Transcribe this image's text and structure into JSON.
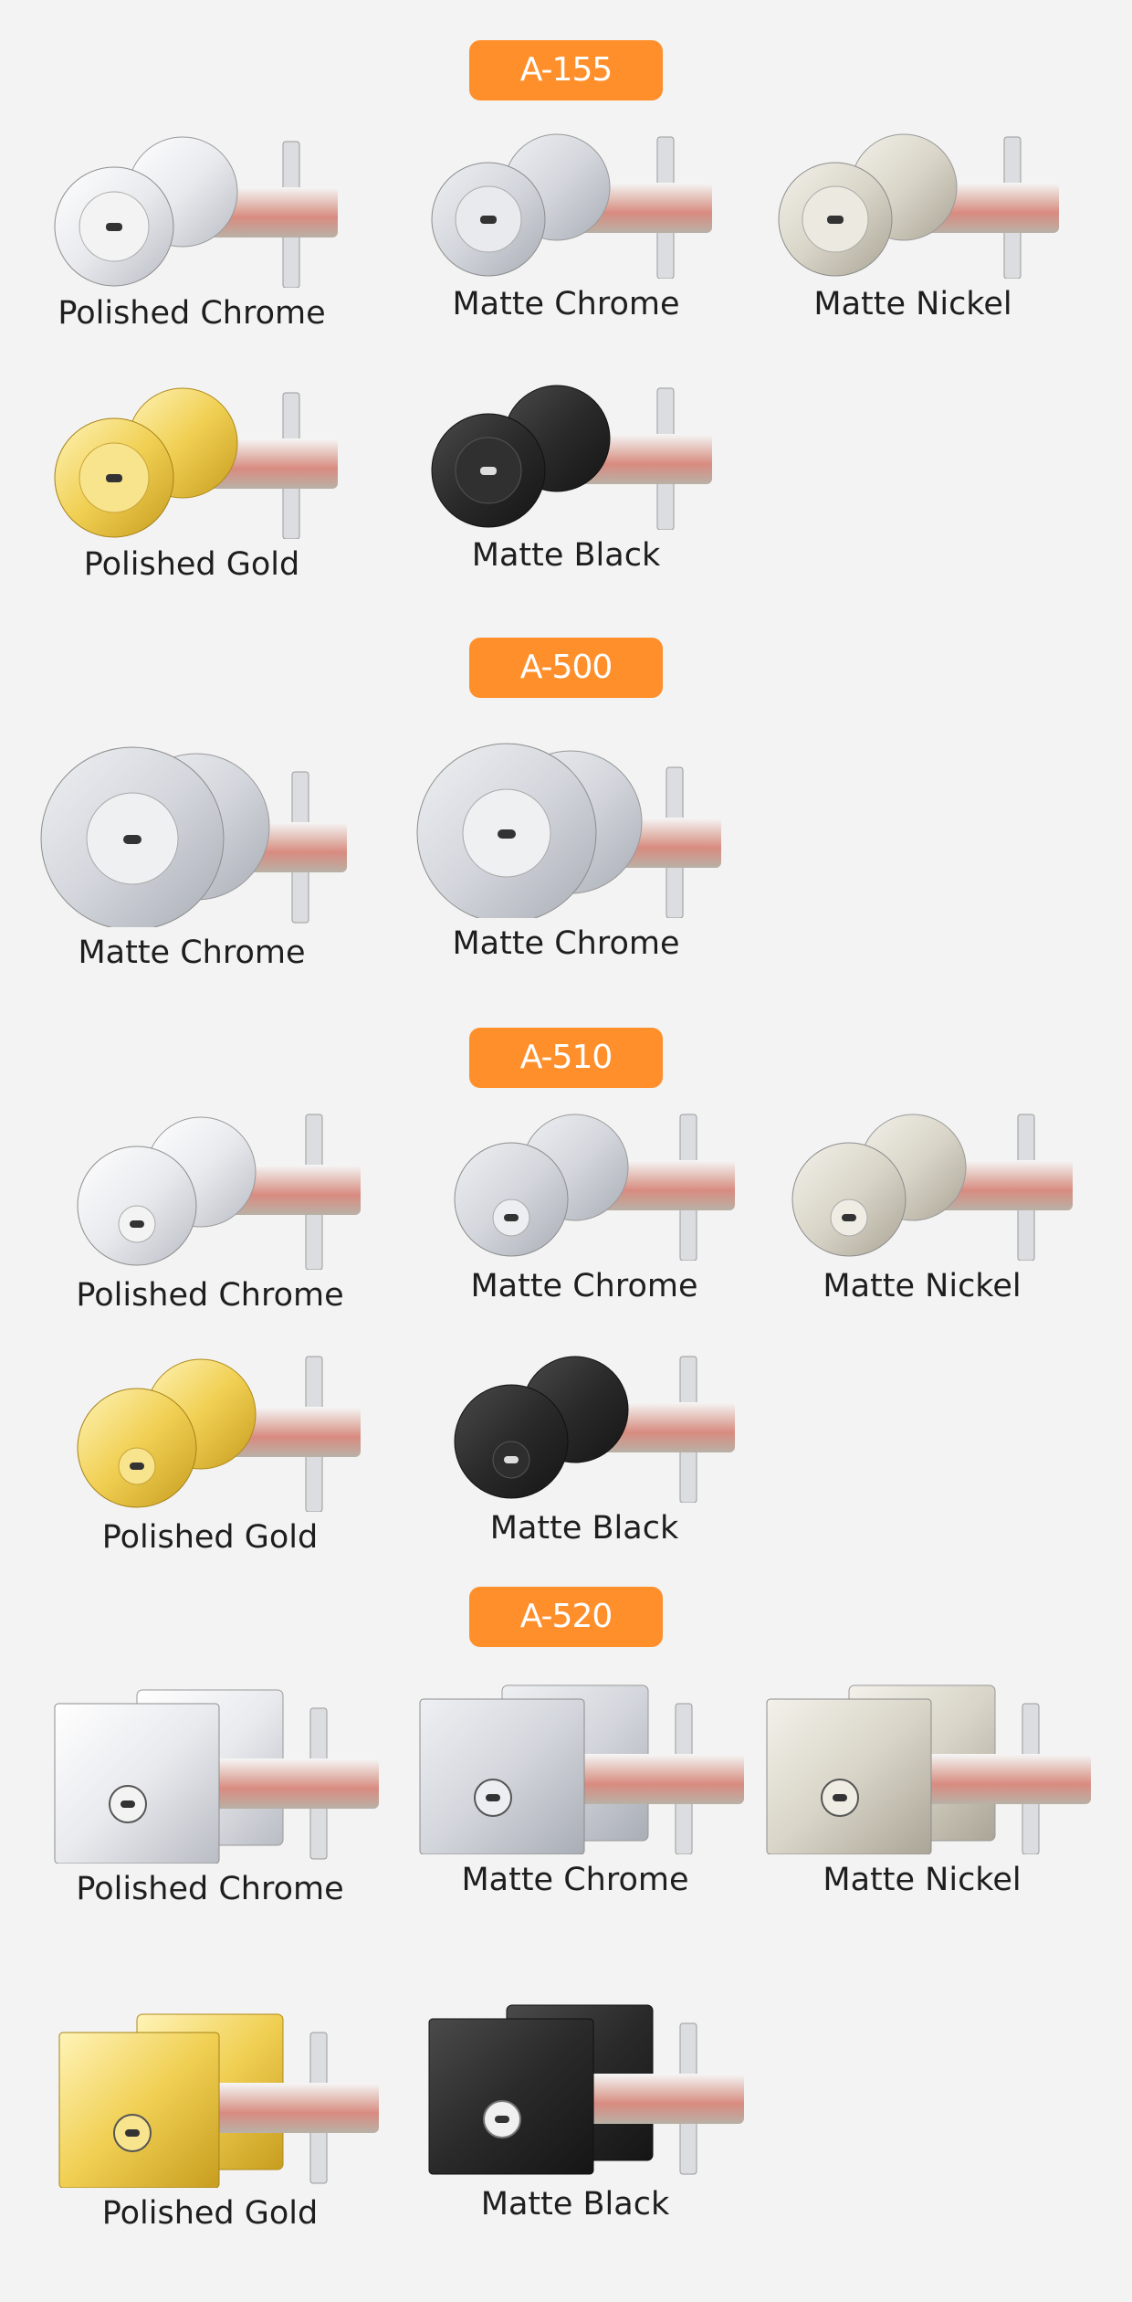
{
  "sections": [
    {
      "model": "A-155",
      "items": [
        {
          "label": "Polished Chrome",
          "finish": "polished-chrome"
        },
        {
          "label": "Matte Chrome",
          "finish": "matte-chrome"
        },
        {
          "label": "Matte Nickel",
          "finish": "matte-nickel"
        },
        {
          "label": "Polished Gold",
          "finish": "polished-gold"
        },
        {
          "label": "Matte Black",
          "finish": "matte-black"
        }
      ]
    },
    {
      "model": "A-500",
      "items": [
        {
          "label": "Matte Chrome",
          "finish": "matte-chrome"
        },
        {
          "label": "Matte Chrome",
          "finish": "matte-chrome"
        }
      ]
    },
    {
      "model": "A-510",
      "items": [
        {
          "label": "Polished Chrome",
          "finish": "polished-chrome"
        },
        {
          "label": "Matte Chrome",
          "finish": "matte-chrome"
        },
        {
          "label": "Matte Nickel",
          "finish": "matte-nickel"
        },
        {
          "label": "Polished Gold",
          "finish": "polished-gold"
        },
        {
          "label": "Matte Black",
          "finish": "matte-black"
        }
      ]
    },
    {
      "model": "A-520",
      "items": [
        {
          "label": "Polished Chrome",
          "finish": "polished-chrome"
        },
        {
          "label": "Matte Chrome",
          "finish": "matte-chrome"
        },
        {
          "label": "Matte Nickel",
          "finish": "matte-nickel"
        },
        {
          "label": "Polished Gold",
          "finish": "polished-gold"
        },
        {
          "label": "Matte Black",
          "finish": "matte-black"
        }
      ]
    }
  ],
  "colors": {
    "badge": "#ff8f2b",
    "background": "#f3f3f3",
    "polished-chrome": "#f4f4f6",
    "matte-chrome": "#d7d9de",
    "matte-nickel": "#dedbd0",
    "polished-gold": "#f3d873",
    "matte-black": "#2a2a2a"
  }
}
